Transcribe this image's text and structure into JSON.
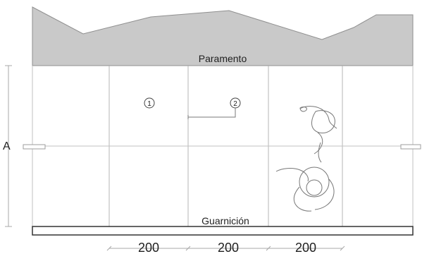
{
  "labels": {
    "top": "Paramento",
    "bottom": "Guarnición",
    "left": "A",
    "marker_1": "1",
    "marker_2": "2"
  },
  "dimensions": [
    "200",
    "200",
    "200"
  ],
  "colors": {
    "background": "#ffffff",
    "terrain": "#c9c9c9",
    "lines": "#a8a8a8",
    "text": "#1f1f1f"
  }
}
